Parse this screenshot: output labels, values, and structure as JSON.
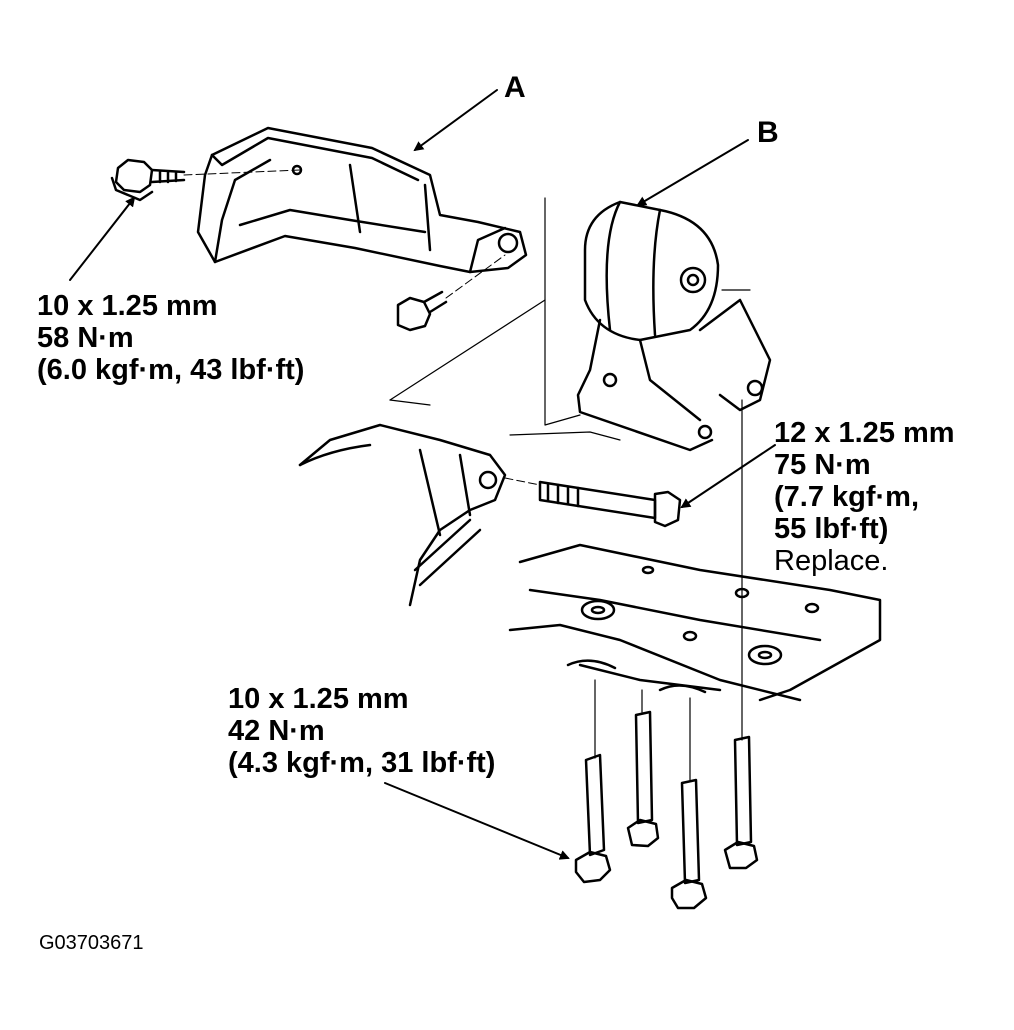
{
  "diagram": {
    "callout_a": "A",
    "callout_b": "B",
    "spec_upper_left": {
      "line1": "10 x 1.25 mm",
      "line2": "58 N·m",
      "line3": "(6.0 kgf·m, 43 lbf·ft)"
    },
    "spec_through_bolt": {
      "line1": "12 x 1.25 mm",
      "line2": "75 N·m",
      "line3": "(7.7 kgf·m,",
      "line4": "55 lbf·ft)",
      "note": "Replace."
    },
    "spec_lower_bolts": {
      "line1": "10 x 1.25 mm",
      "line2": "42 N·m",
      "line3": "(4.3 kgf·m, 31 lbf·ft)"
    },
    "figure_code": "G03703671",
    "line_color": "#000000",
    "background_color": "#ffffff"
  }
}
